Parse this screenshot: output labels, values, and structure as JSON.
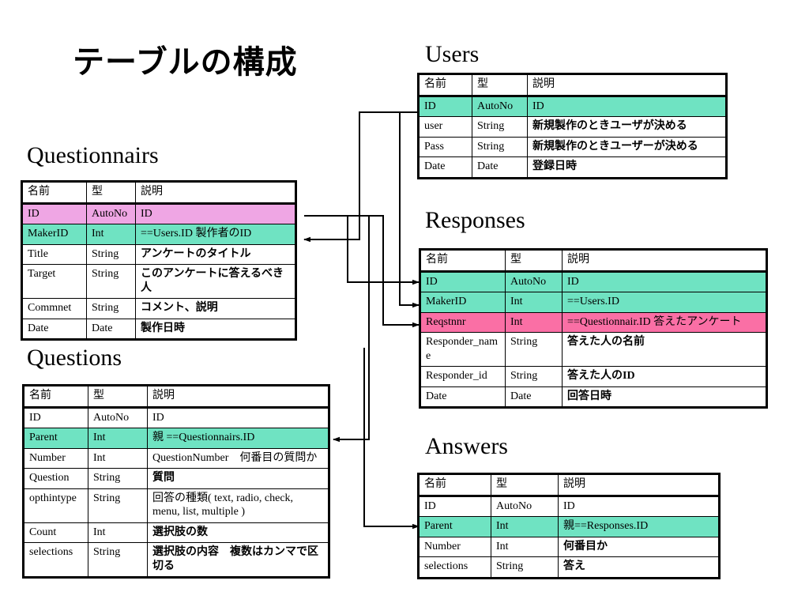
{
  "slide": {
    "title": "テーブルの構成"
  },
  "column_headers": {
    "name": "名前",
    "type": "型",
    "description": "説明"
  },
  "tables": [
    {
      "id": "questionnairs",
      "heading": "Questionnairs",
      "rows": [
        {
          "name": "名前",
          "type": "型",
          "desc": "説明",
          "highlight": "none"
        },
        {
          "name": "ID",
          "type": "AutoNo",
          "desc": "ID",
          "highlight": "plum"
        },
        {
          "name": "MakerID",
          "type": "Int",
          "desc": "==Users.ID 製作者のID",
          "highlight": "teal"
        },
        {
          "name": "Title",
          "type": "String",
          "desc": "アンケートのタイトル",
          "highlight": "none"
        },
        {
          "name": "Target",
          "type": "String",
          "desc": "このアンケートに答えるべき人",
          "highlight": "none"
        },
        {
          "name": "Commnet",
          "type": "String",
          "desc": "コメント、説明",
          "highlight": "none"
        },
        {
          "name": "Date",
          "type": "Date",
          "desc": "製作日時",
          "highlight": "none"
        }
      ]
    },
    {
      "id": "questions",
      "heading": "Questions",
      "rows": [
        {
          "name": "名前",
          "type": "型",
          "desc": "説明",
          "highlight": "none"
        },
        {
          "name": "ID",
          "type": "AutoNo",
          "desc": "ID",
          "highlight": "none"
        },
        {
          "name": "Parent",
          "type": "Int",
          "desc": "親 ==Questionnairs.ID",
          "highlight": "teal"
        },
        {
          "name": "Number",
          "type": "Int",
          "desc": "QuestionNumber　何番目の質問か",
          "highlight": "none"
        },
        {
          "name": "Question",
          "type": "String",
          "desc": "質問",
          "highlight": "none"
        },
        {
          "name": "opthintype",
          "type": "String",
          "desc": "回答の種類( text, radio, check, menu, list, multiple )",
          "highlight": "none"
        },
        {
          "name": "Count",
          "type": "Int",
          "desc": "選択肢の数",
          "highlight": "none"
        },
        {
          "name": "selections",
          "type": "String",
          "desc": "選択肢の内容　複数はカンマで区切る",
          "highlight": "none"
        }
      ]
    },
    {
      "id": "users",
      "heading": "Users",
      "rows": [
        {
          "name": "名前",
          "type": "型",
          "desc": "説明",
          "highlight": "none"
        },
        {
          "name": "ID",
          "type": "AutoNo",
          "desc": "ID",
          "highlight": "teal"
        },
        {
          "name": "user",
          "type": "String",
          "desc": "新規製作のときユーザが決める",
          "highlight": "none"
        },
        {
          "name": "Pass",
          "type": "String",
          "desc": "新規製作のときユーザーが決める",
          "highlight": "none"
        },
        {
          "name": "Date",
          "type": "Date",
          "desc": "登録日時",
          "highlight": "none"
        }
      ]
    },
    {
      "id": "responses",
      "heading": "Responses",
      "rows": [
        {
          "name": "名前",
          "type": "型",
          "desc": "説明",
          "highlight": "none"
        },
        {
          "name": "ID",
          "type": "AutoNo",
          "desc": "ID",
          "highlight": "teal"
        },
        {
          "name": "MakerID",
          "type": "Int",
          "desc": "==Users.ID",
          "highlight": "teal"
        },
        {
          "name": "Reqstnnr",
          "type": "Int",
          "desc": "==Questionnair.ID 答えたアンケート",
          "highlight": "pink"
        },
        {
          "name": "Responder_name",
          "type": "String",
          "desc": "答えた人の名前",
          "highlight": "none"
        },
        {
          "name": "Responder_id",
          "type": "String",
          "desc": "答えた人のID",
          "highlight": "none"
        },
        {
          "name": "Date",
          "type": "Date",
          "desc": "回答日時",
          "highlight": "none"
        }
      ]
    },
    {
      "id": "answers",
      "heading": "Answers",
      "rows": [
        {
          "name": "名前",
          "type": "型",
          "desc": "説明",
          "highlight": "none"
        },
        {
          "name": "ID",
          "type": "AutoNo",
          "desc": "ID",
          "highlight": "none"
        },
        {
          "name": "Parent",
          "type": "Int",
          "desc": "親==Responses.ID",
          "highlight": "teal"
        },
        {
          "name": "Number",
          "type": "Int",
          "desc": "何番目か",
          "highlight": "none"
        },
        {
          "name": "selections",
          "type": "String",
          "desc": "答え",
          "highlight": "none"
        }
      ]
    }
  ],
  "relations": [
    {
      "from": "users.ID",
      "to": "questionnairs.MakerID"
    },
    {
      "from": "users.ID",
      "to": "responses.MakerID"
    },
    {
      "from": "questionnairs.ID",
      "to": "responses.Reqstnnr"
    },
    {
      "from": "questionnairs.ID",
      "to": "questions.Parent"
    },
    {
      "from": "responses.ID",
      "to": "answers.Parent"
    }
  ],
  "colors": {
    "highlight_teal": "#6FE3C2",
    "highlight_plum": "#EFA6E4",
    "highlight_pink": "#FA6FA5",
    "border": "#000000",
    "background": "#FFFFFF"
  }
}
